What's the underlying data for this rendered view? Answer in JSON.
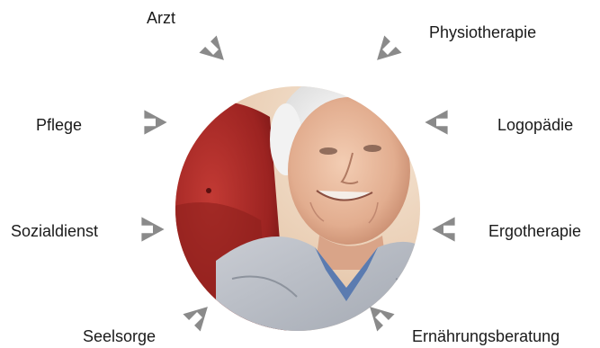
{
  "labels": {
    "arzt": "Arzt",
    "physiotherapie": "Physiotherapie",
    "pflege": "Pflege",
    "logopaedie": "Logopädie",
    "sozialdienst": "Sozialdienst",
    "ergotherapie": "Ergotherapie",
    "seelsorge": "Seelsorge",
    "ernaehrungsberatung": "Ernährungsberatung"
  },
  "colors": {
    "arrow": "#8a8a8a",
    "text": "#1a1a1a"
  },
  "center_image": "smiling-elderly-woman-photo"
}
